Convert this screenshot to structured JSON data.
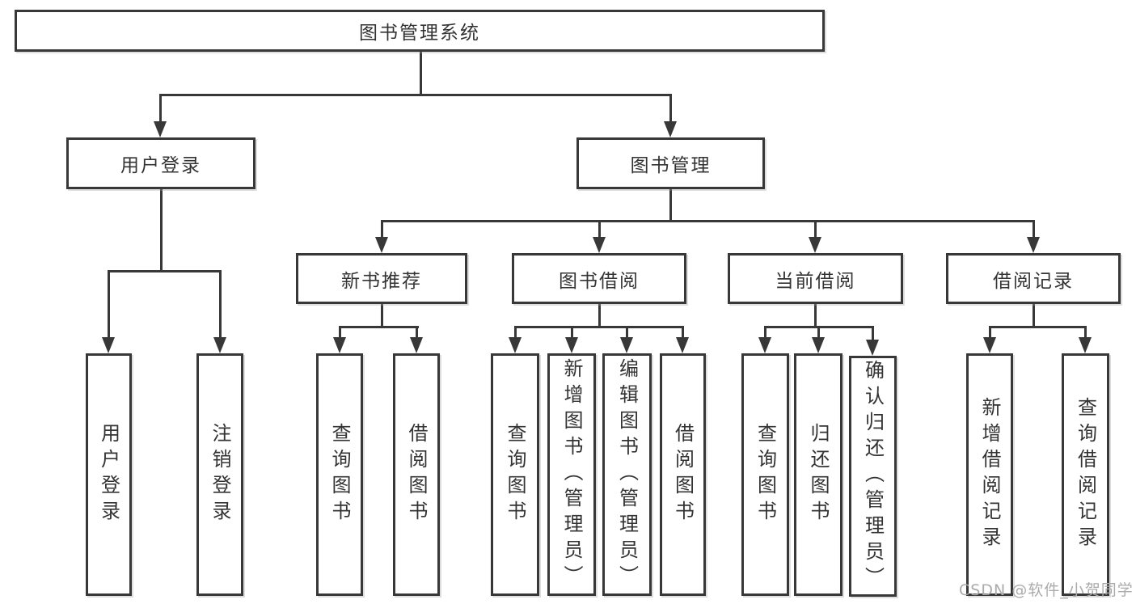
{
  "diagram": {
    "type": "hierarchy-tree",
    "title": "图书管理系统",
    "nodes": {
      "root": "图书管理系统",
      "user_login": "用户登录",
      "book_management": "图书管理",
      "leaf_user_login": "用户登录",
      "leaf_logout": "注销登录",
      "new_book_recommend": "新书推荐",
      "book_borrow": "图书借阅",
      "current_borrow": "当前借阅",
      "borrow_records": "借阅记录",
      "nb_query_books": "查询图书",
      "nb_borrow_books": "借阅图书",
      "bb_query_books": "查询图书",
      "bb_add_books": "新增图书（管理员）",
      "bb_edit_books": "编辑图书（管理员）",
      "bb_borrow_books": "借阅图书",
      "cb_query_books": "查询图书",
      "cb_return_books": "归还图书",
      "cb_confirm_return": "确认归还（管理员）",
      "br_add_record": "新增借阅记录",
      "br_query_record": "查询借阅记录"
    },
    "structure": {
      "图书管理系统": {
        "用户登录": [
          "用户登录",
          "注销登录"
        ],
        "图书管理": {
          "新书推荐": [
            "查询图书",
            "借阅图书"
          ],
          "图书借阅": [
            "查询图书",
            "新增图书（管理员）",
            "编辑图书（管理员）",
            "借阅图书"
          ],
          "当前借阅": [
            "查询图书",
            "归还图书",
            "确认归还（管理员）"
          ],
          "借阅记录": [
            "新增借阅记录",
            "查询借阅记录"
          ]
        }
      }
    },
    "colors": {
      "line": "#383838",
      "text": "#333333",
      "background": "#ffffff",
      "watermark": "#ababab"
    },
    "watermark": "CSDN @软件_小贺同学"
  }
}
